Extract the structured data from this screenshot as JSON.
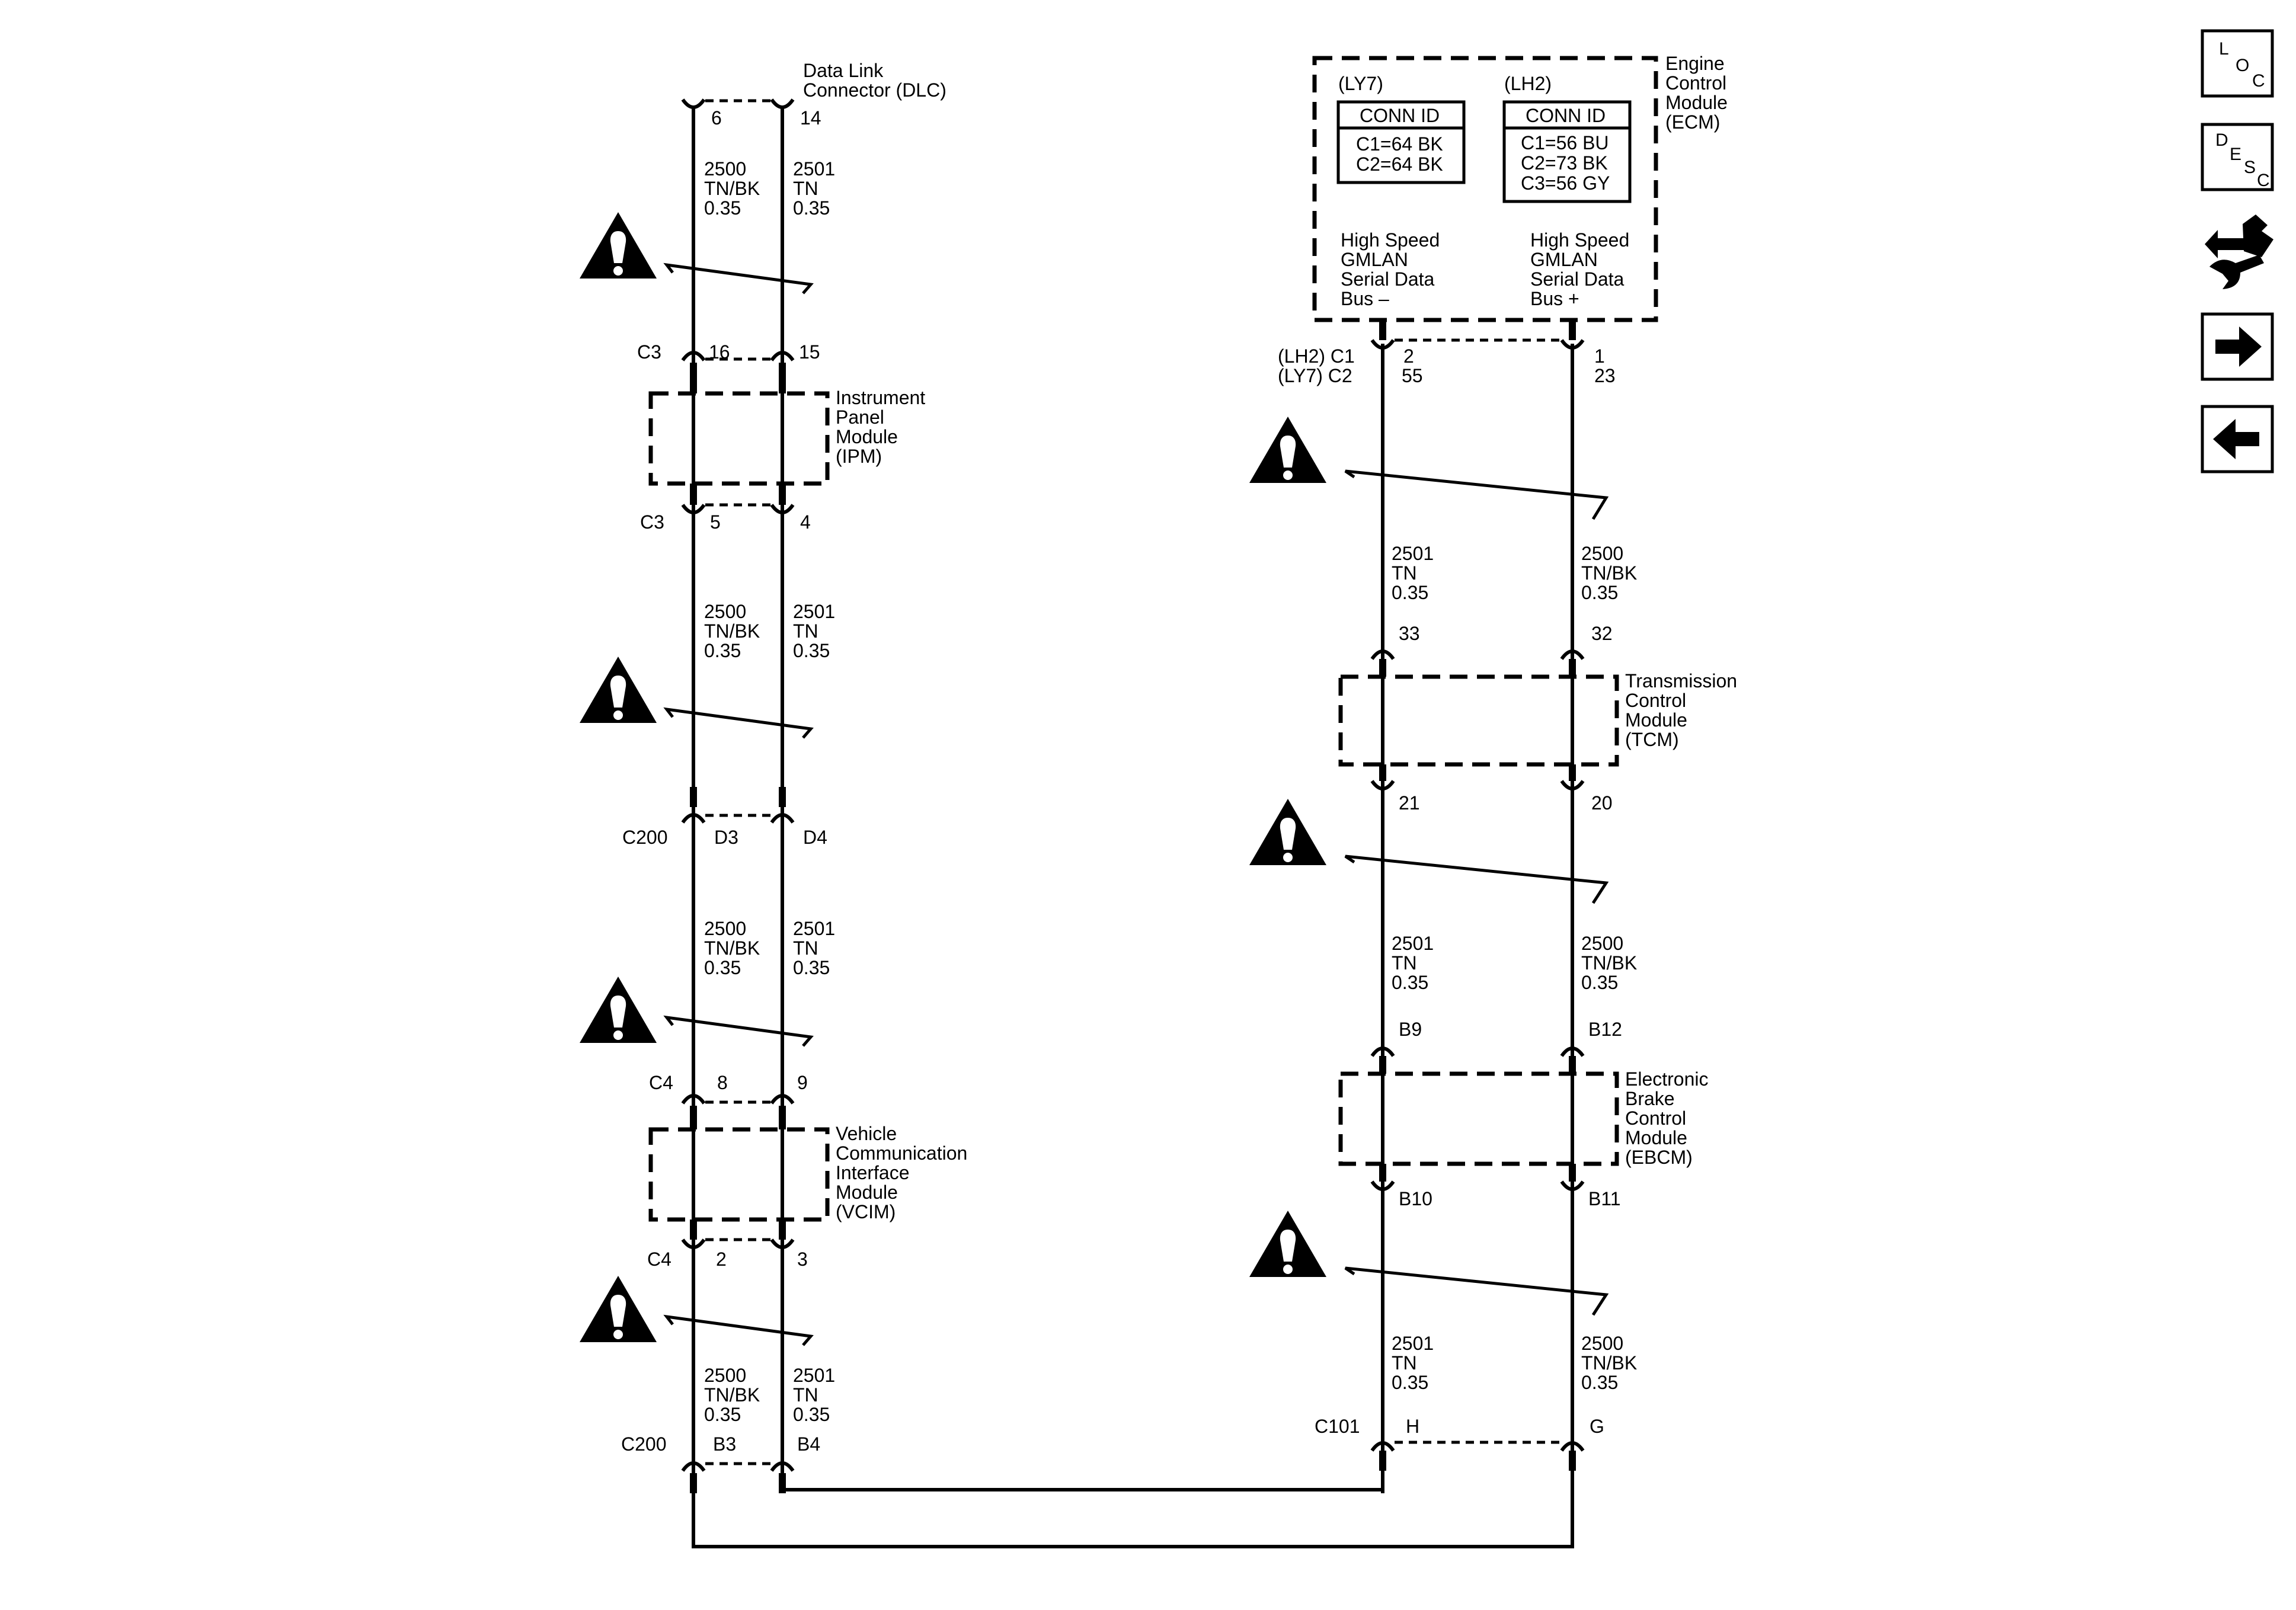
{
  "dlc": {
    "label": [
      "Data Link",
      "Connector (DLC)"
    ],
    "pin_left": "6",
    "pin_right": "14"
  },
  "ipm": {
    "label": [
      "Instrument",
      "Panel",
      "Module",
      "(IPM)"
    ],
    "top_conn": "C3",
    "top_left": "16",
    "top_right": "15",
    "bot_conn": "C3",
    "bot_left": "5",
    "bot_right": "4"
  },
  "c200_d": {
    "conn": "C200",
    "left": "D3",
    "right": "D4"
  },
  "vcim": {
    "label": [
      "Vehicle",
      "Communication",
      "Interface",
      "Module",
      "(VCIM)"
    ],
    "top_conn": "C4",
    "top_left": "8",
    "top_right": "9",
    "bot_conn": "C4",
    "bot_left": "2",
    "bot_right": "3"
  },
  "c200_b": {
    "conn": "C200",
    "left": "B3",
    "right": "B4"
  },
  "wire_tn_bk": [
    "2500",
    "TN/BK",
    "0.35"
  ],
  "wire_tn": [
    "2501",
    "TN",
    "0.35"
  ],
  "ecm": {
    "label": [
      "Engine",
      "Control",
      "Module",
      "(ECM)"
    ],
    "ly7_title": "(LY7)",
    "lh2_title": "(LH2)",
    "conn_id": "CONN ID",
    "ly7_rows": [
      "C1=64 BK",
      "C2=64 BK"
    ],
    "lh2_rows": [
      "C1=56 BU",
      "C2=73 BK",
      "C3=56 GY"
    ],
    "bus_minus": [
      "High Speed",
      "GMLAN",
      "Serial Data",
      "Bus –"
    ],
    "bus_plus": [
      "High Speed",
      "GMLAN",
      "Serial Data",
      "Bus +"
    ],
    "conn_lh2": "(LH2) C1",
    "conn_ly7": "(LY7) C2",
    "pin_left_lh2": "2",
    "pin_left_ly7": "55",
    "pin_right_lh2": "1",
    "pin_right_ly7": "23"
  },
  "tcm": {
    "label": [
      "Transmission",
      "Control",
      "Module",
      "(TCM)"
    ],
    "top_left": "33",
    "top_right": "32",
    "bot_left": "21",
    "bot_right": "20"
  },
  "ebcm": {
    "label": [
      "Electronic",
      "Brake",
      "Control",
      "Module",
      "(EBCM)"
    ],
    "top_left": "B9",
    "top_right": "B12",
    "bot_left": "B10",
    "bot_right": "B11"
  },
  "c101": {
    "conn": "C101",
    "left": "H",
    "right": "G"
  },
  "nav": {
    "loc": [
      "L",
      "O",
      "C"
    ],
    "desc": [
      "D",
      "E",
      "S",
      "C"
    ],
    "icons": [
      "location-icon",
      "description-icon",
      "schematic-tools-icon",
      "next-arrow-icon",
      "previous-arrow-icon"
    ]
  }
}
